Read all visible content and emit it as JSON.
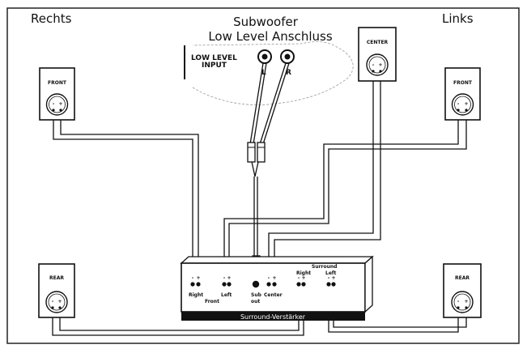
{
  "labels": {
    "right_side": "Rechts",
    "left_side": "Links",
    "subwoofer_title": "Subwoofer",
    "subwoofer_subtitle": "Low Level Anschluss",
    "low_level_input_line1": "LOW LEVEL",
    "low_level_input_line2": "INPUT",
    "rca_left": "L",
    "rca_right": "R"
  },
  "speakers": {
    "front_right": {
      "label": "FRONT"
    },
    "front_left": {
      "label": "FRONT"
    },
    "center": {
      "label": "CENTER"
    },
    "rear_right": {
      "label": "REAR"
    },
    "rear_left": {
      "label": "REAR"
    }
  },
  "amplifier": {
    "name": "Surround-Verstärker",
    "surround": "Surround",
    "right": "Right",
    "left": "Left",
    "front_right": "Right",
    "front": "Front",
    "front_left": "Left",
    "sub_line1": "Sub",
    "sub_line2": "out",
    "center": "Center",
    "minus": "-",
    "plus": "+"
  }
}
